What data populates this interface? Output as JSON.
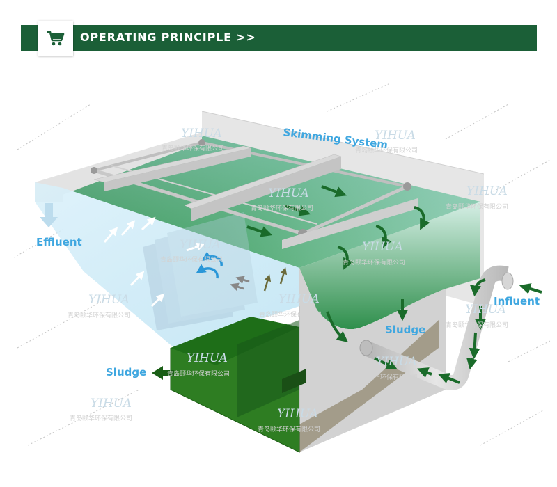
{
  "header": {
    "title": "OPERATING PRINCIPLE  >>",
    "icon": "shopping-cart-icon",
    "bar_color": "#1b5f37"
  },
  "labels": {
    "skimming_system": "Skimming System",
    "effluent": "Effluent",
    "influent": "Influent",
    "sludge_right": "Sludge",
    "sludge_left": "Sludge"
  },
  "watermark": {
    "brand": "YIHUA",
    "company": "青岛颐华环保有限公司"
  },
  "colors": {
    "label_blue": "#3fa7e0",
    "water_green": "#1e7a3b",
    "flow_arrow_green": "#1a6b2a",
    "tank_grey": "#c8c8c8",
    "effluent_blue": "#cfe9f6"
  }
}
